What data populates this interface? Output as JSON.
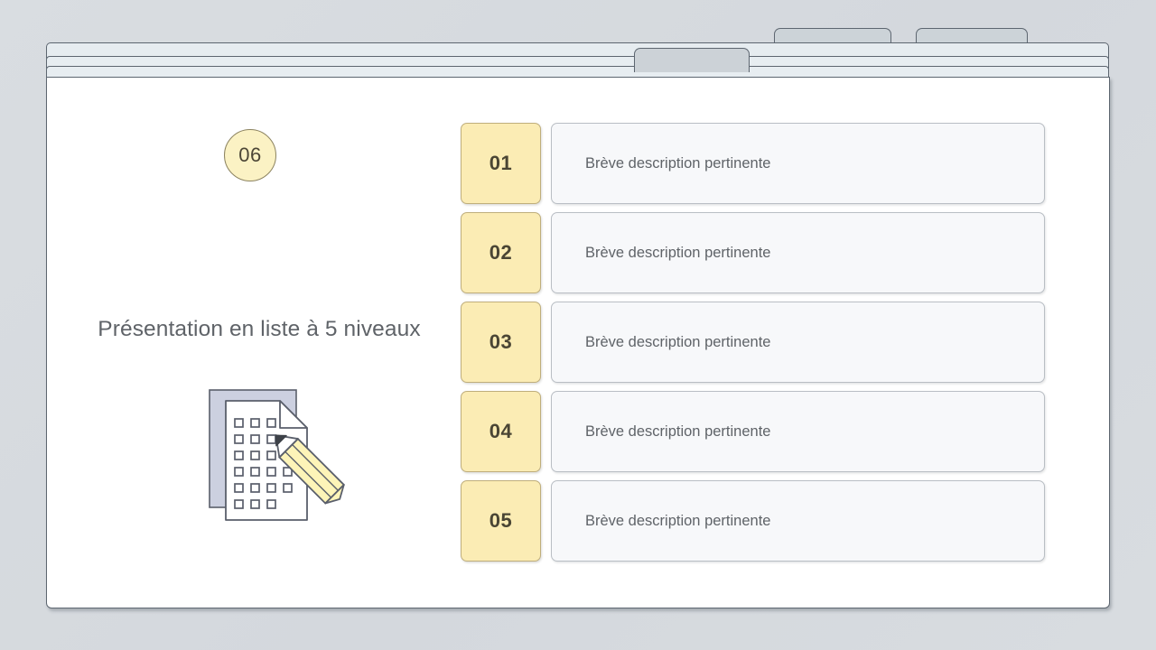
{
  "window": {
    "tabs": [
      {
        "name": "tab-inactive-1",
        "state": "inactive"
      },
      {
        "name": "tab-inactive-2",
        "state": "inactive"
      },
      {
        "name": "tab-active",
        "state": "active"
      }
    ]
  },
  "slide": {
    "badge_number": "06",
    "title": "Présentation en liste à 5 niveaux",
    "illustration": "document-with-pencil-icon",
    "colors": {
      "accent_yellow": "#fbecb4",
      "accent_yellow_border": "#bfae7c",
      "badge_fill": "#fbf2c4",
      "badge_border": "#8c8360",
      "row_fill": "#f7f8fa",
      "row_border": "#b9bec4",
      "text_grey": "#5f6368",
      "canvas": "#ffffff",
      "desktop_background": "#d6dade"
    },
    "rows": [
      {
        "number": "01",
        "description": "Brève description pertinente"
      },
      {
        "number": "02",
        "description": "Brève description pertinente"
      },
      {
        "number": "03",
        "description": "Brève description pertinente"
      },
      {
        "number": "04",
        "description": "Brève description pertinente"
      },
      {
        "number": "05",
        "description": "Brève description pertinente"
      }
    ]
  }
}
